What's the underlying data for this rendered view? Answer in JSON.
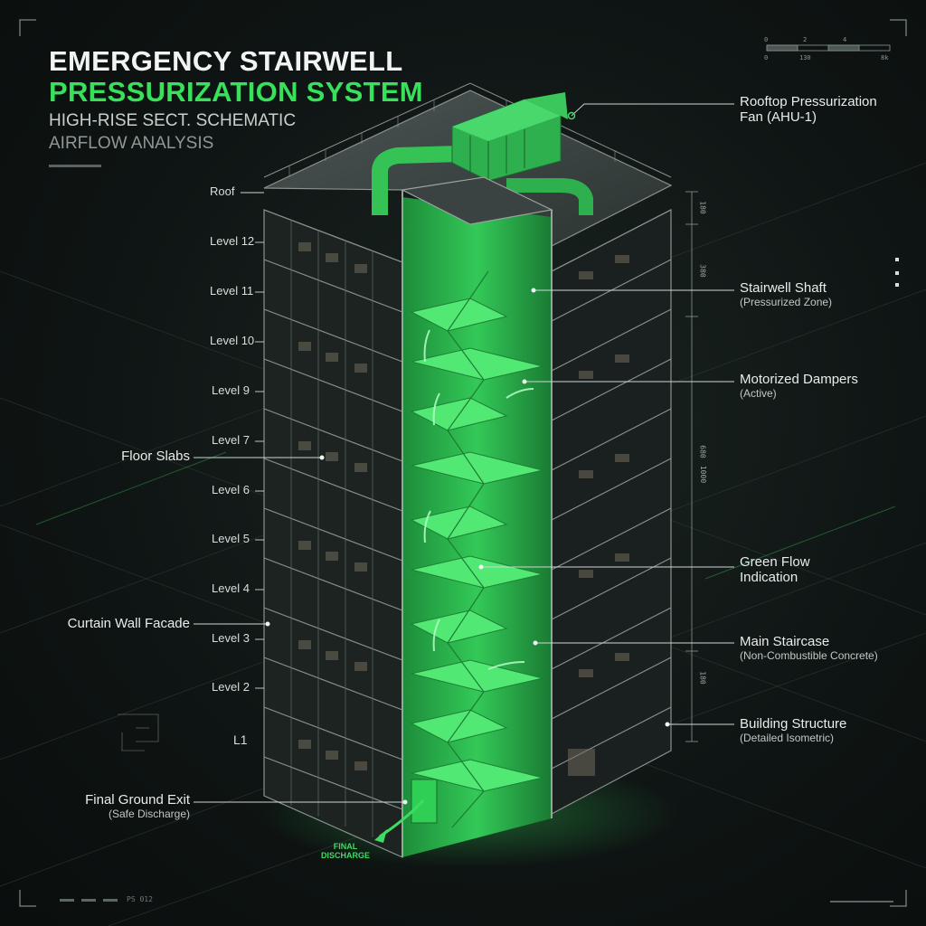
{
  "header": {
    "title_line1": "EMERGENCY STAIRWELL",
    "title_line2": "PRESSURIZATION SYSTEM",
    "subtitle_line1": "HIGH-RISE SECT. SCHEMATIC",
    "subtitle_line2": "AIRFLOW ANALYSIS"
  },
  "levels": [
    "Roof",
    "Level 12",
    "Level 11",
    "Level 10",
    "Level 9",
    "Level 7",
    "Level 6",
    "Level 5",
    "Level 4",
    "Level 3",
    "Level 2",
    "L1"
  ],
  "callouts_right": [
    {
      "title": "Rooftop Pressurization",
      "sub": "Fan (AHU-1)"
    },
    {
      "title": "Stairwell Shaft",
      "sub": "(Pressurized Zone)"
    },
    {
      "title": "Motorized Dampers",
      "sub": "(Active)"
    },
    {
      "title": "Green Flow",
      "sub": "Indication"
    },
    {
      "title": "Main Staircase",
      "sub": "(Non-Combustible Concrete)"
    },
    {
      "title": "Building Structure",
      "sub": "(Detailed Isometric)"
    }
  ],
  "callouts_left": [
    {
      "title": "Floor Slabs"
    },
    {
      "title": "Curtain Wall Facade"
    },
    {
      "title": "Final Ground Exit",
      "sub": "(Safe Discharge)"
    }
  ],
  "discharge_label": {
    "line1": "FINAL",
    "line2": "DISCHARGE"
  },
  "scale_bar": {
    "top": [
      "0",
      "2",
      "4"
    ],
    "bottom": [
      "0",
      "130",
      "8k"
    ]
  },
  "dimensions": [
    "180",
    "380",
    "680",
    "1000",
    "180"
  ],
  "footer_code": "PS 012",
  "colors": {
    "accent": "#37e15a",
    "background": "#0f1514",
    "structure": "#8a928f"
  }
}
